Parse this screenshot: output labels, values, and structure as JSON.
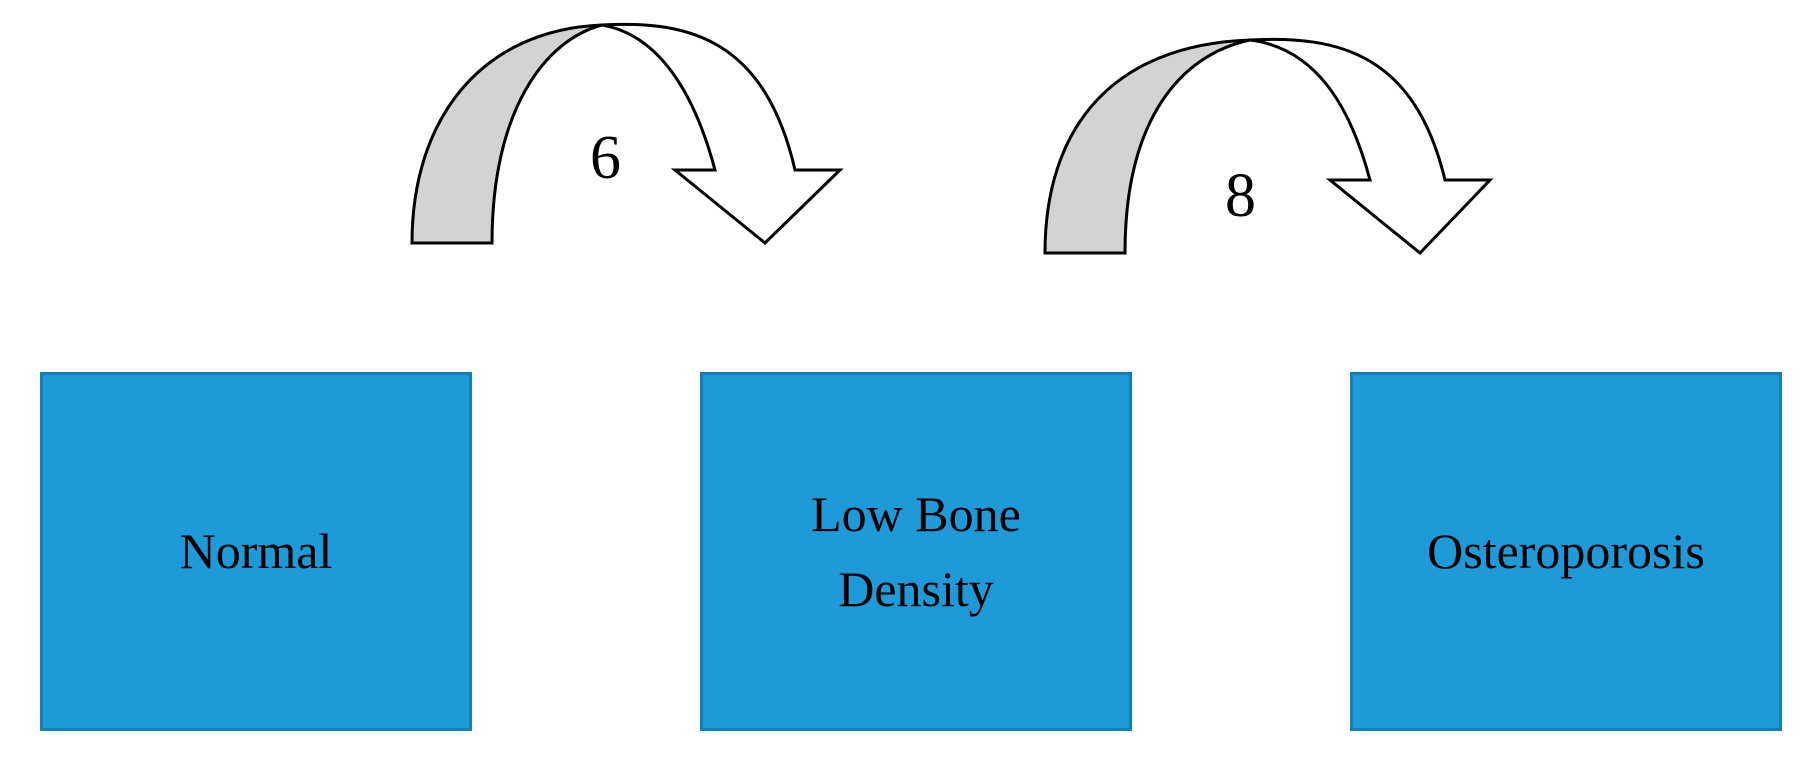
{
  "diagram": {
    "stages": [
      {
        "label": "Normal"
      },
      {
        "label": "Low Bone Density"
      },
      {
        "label": "Osteroporosis"
      }
    ],
    "transitions": [
      {
        "from": "Normal",
        "to": "Low Bone Density",
        "label": "6"
      },
      {
        "from": "Low Bone Density",
        "to": "Osteroporosis",
        "label": "8"
      }
    ]
  },
  "colors": {
    "box_fill": "#1E9AD8",
    "box_border": "#167EB6",
    "arrow_back_fill": "#D3D3D3",
    "arrow_front_fill": "#FFFFFF",
    "arrow_stroke": "#000000",
    "text": "#000000"
  }
}
